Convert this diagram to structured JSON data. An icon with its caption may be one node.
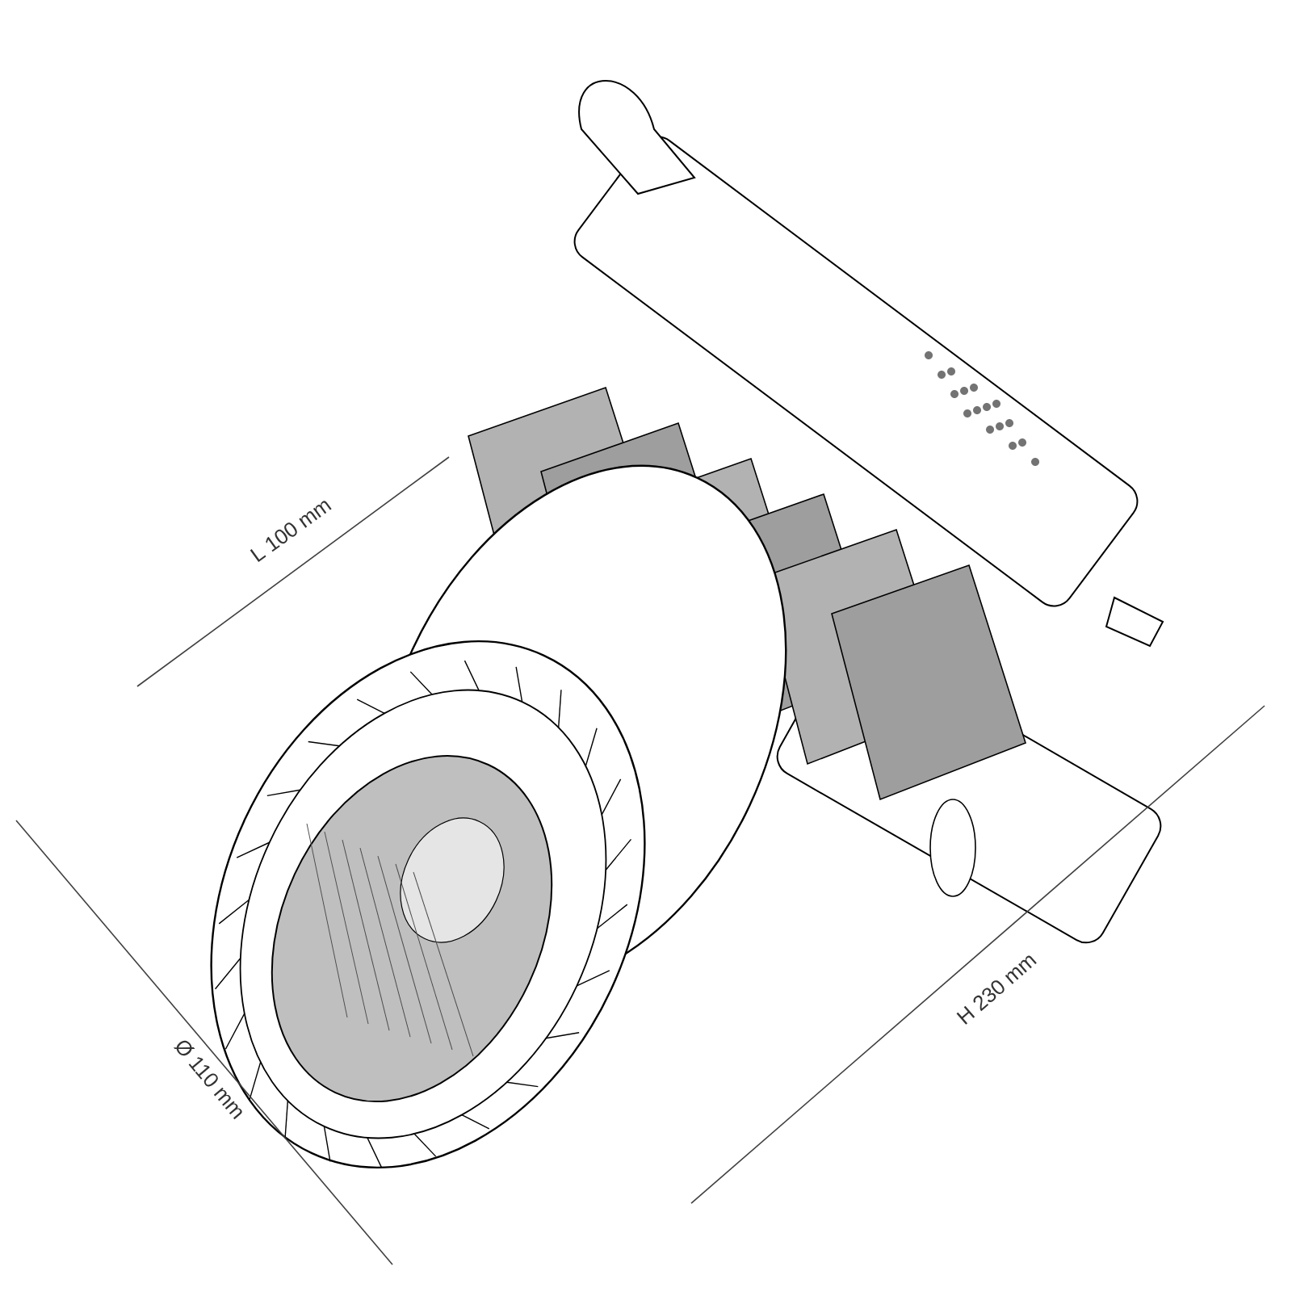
{
  "diagram": {
    "labels": [
      "L 100 mm",
      "Ø 110 mm",
      "H 230 mm"
    ]
  }
}
